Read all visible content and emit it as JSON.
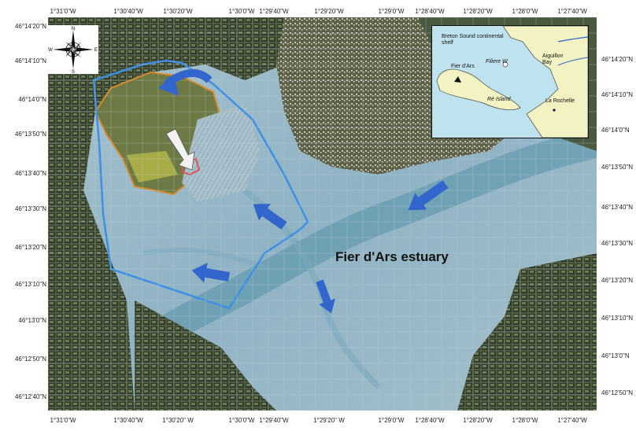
{
  "map": {
    "title": "Fier d'Ars estuary",
    "colors": {
      "sea": "#8fb3c4",
      "channel": "#5d97ac",
      "land_dark": "#3d4a36",
      "land_mid": "#6b7350",
      "study_area": "#3d8fe6",
      "wetland_outline": "#d88a2a",
      "site_outline": "#e0505a",
      "arrow": "#3366cc"
    }
  },
  "axes": {
    "top": [
      "1°31'0\"W",
      "1°30'40\"W",
      "1°30'20\"W",
      "1°30'0\"W",
      "1°29'40\"W",
      "1°29'20\"W",
      "1°29'0\"W",
      "1°28'40\"W",
      "1°28'20\"W",
      "1°28'0\"W",
      "1°27'40\"W"
    ],
    "bottom": [
      "1°31'0\"W",
      "1°30'40\"W",
      "1°30'20\" W",
      "1°30'0\"W",
      "1°29'40\"W",
      "1°29'20\" W",
      "1°29'0\"W",
      "1°28'40\"W",
      "1°28'20\"W",
      "1°28'0\"W",
      "1°27'40\"W"
    ],
    "left": [
      "46°14'20\"N",
      "46°14'10\"N",
      "46°14'0\"N",
      "46°13'50\"N",
      "46°13'40\"N",
      "46°13'30\"N",
      "46°13'20\"N",
      "46°13'10\"N",
      "46°13'0\"N",
      "46°12'50\"N",
      "46°12'40\"N"
    ],
    "right": [
      "46°14'20\"N",
      "46°14'10\"N",
      "46°14'0\"N",
      "46°13'50\"N",
      "46°13'40\"N",
      "46°13'30\"N",
      "46°13'20\"N",
      "46°13'10\"N",
      "46°13'0\"N",
      "46°12'50\"N"
    ]
  },
  "inset": {
    "labels": {
      "breton": "Breton Sound continental shelf",
      "fier": "Fier d'Ars",
      "filiere": "Filiere W",
      "aiguillon": "Aiguillon Bay",
      "re": "Ré Island",
      "rochelle": "La Rochelle"
    }
  },
  "compass": {
    "n": "N",
    "s": "S",
    "e": "E",
    "w": "W"
  }
}
